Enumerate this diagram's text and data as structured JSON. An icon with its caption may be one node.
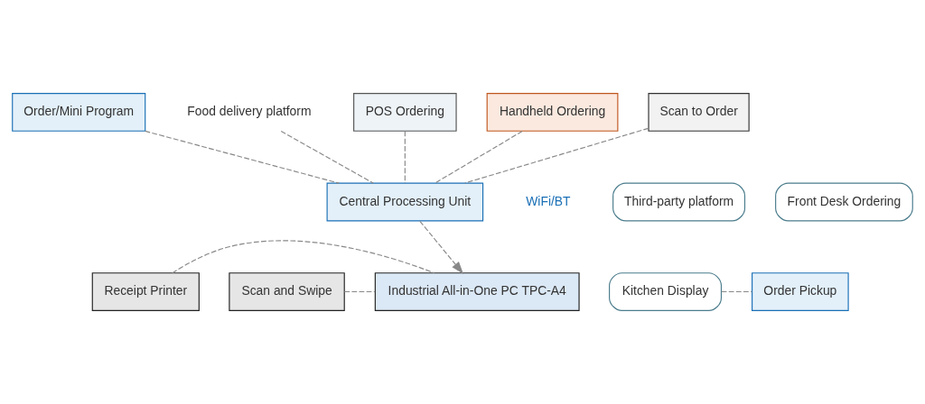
{
  "diagram": {
    "nodes": [
      {
        "text": [
          "Order/Mini Program"
        ]
      },
      {
        "text": [
          "Food delivery platform"
        ]
      },
      {
        "text": [
          "POS Ordering"
        ]
      },
      {
        "text": [
          "Handheld Ordering"
        ]
      },
      {
        "text": [
          "Scan to Order"
        ]
      },
      {
        "text": [
          "Third-party platform"
        ]
      },
      {
        "text": [
          "Central Processing Unit"
        ]
      },
      {
        "text": [
          "Front Desk Ordering"
        ]
      },
      {
        "text": [
          "Receipt Printer"
        ]
      },
      {
        "text": [
          "Scan and Swipe"
        ]
      },
      {
        "text": [
          "Industrial All-in-One PC TPC-A4"
        ]
      },
      {
        "text": [
          "Kitchen Display"
        ]
      },
      {
        "text": [
          "Order Pickup"
        ]
      }
    ],
    "edges": [
      {
        "from": 0,
        "to": 6,
        "arrow": "none",
        "style": "dashed"
      },
      {
        "from": 1,
        "to": 6,
        "arrow": "none",
        "style": "dashed"
      },
      {
        "from": 2,
        "to": 6,
        "arrow": "none",
        "style": "dashed"
      },
      {
        "from": 3,
        "to": 6,
        "arrow": "none",
        "style": "dashed"
      },
      {
        "from": 4,
        "to": 6,
        "arrow": "none",
        "style": "dashed"
      },
      {
        "from": 6,
        "to": 10,
        "arrow": "to",
        "style": "dashed"
      },
      {
        "from": 8,
        "to": 10,
        "arrow": "none",
        "style": "dashed"
      },
      {
        "from": 9,
        "to": 10,
        "arrow": "none",
        "style": "dashed"
      },
      {
        "from": 11,
        "to": 12,
        "arrow": "none",
        "style": "dashed"
      }
    ],
    "labels": [
      "WiFi/BT"
    ]
  }
}
